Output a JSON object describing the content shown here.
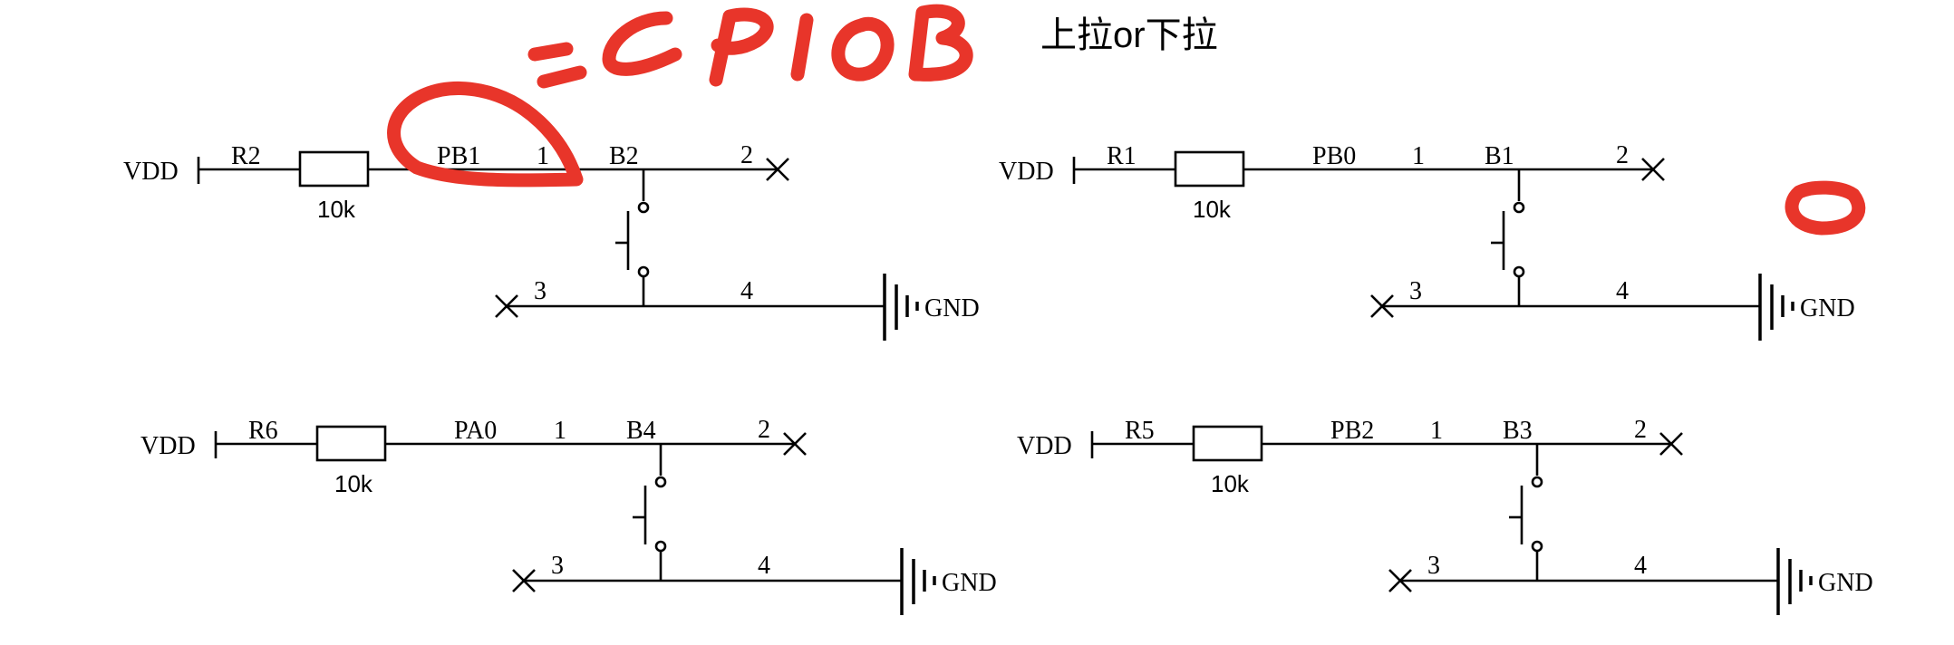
{
  "annotation": {
    "note": "上拉or下拉",
    "handwriting": "GPIOB"
  },
  "circuits": [
    {
      "resistor": "R2",
      "value": "10k",
      "net": "PB1",
      "button": "B2",
      "pin1": "1",
      "pin2": "2",
      "pin3": "3",
      "pin4": "4",
      "supply": "VDD",
      "ground": "GND"
    },
    {
      "resistor": "R1",
      "value": "10k",
      "net": "PB0",
      "button": "B1",
      "pin1": "1",
      "pin2": "2",
      "pin3": "3",
      "pin4": "4",
      "supply": "VDD",
      "ground": "GND"
    },
    {
      "resistor": "R6",
      "value": "10k",
      "net": "PA0",
      "button": "B4",
      "pin1": "1",
      "pin2": "2",
      "pin3": "3",
      "pin4": "4",
      "supply": "VDD",
      "ground": "GND"
    },
    {
      "resistor": "R5",
      "value": "10k",
      "net": "PB2",
      "button": "B3",
      "pin1": "1",
      "pin2": "2",
      "pin3": "3",
      "pin4": "4",
      "supply": "VDD",
      "ground": "GND"
    }
  ]
}
